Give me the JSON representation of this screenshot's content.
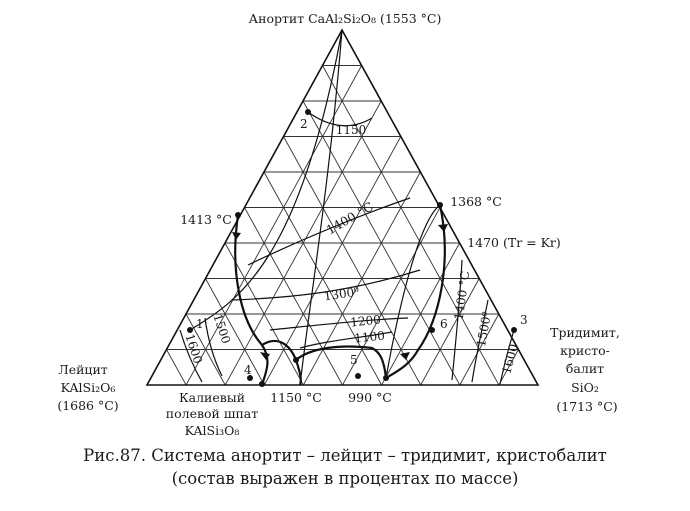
{
  "vertices": {
    "top": "Анортит CaAl₂Si₂O₈ (1553 °C)",
    "left_name": "Лейцит",
    "left_formula": "KAlSi₂O₆",
    "left_temp": "(1686 °C)",
    "right_name": "Тридимит,",
    "right_line2": "кристо-",
    "right_line3": "балит",
    "right_formula": "SiO₂",
    "right_temp": "(1713 °C)"
  },
  "base_labels": {
    "feldspar_line1": "Калиевый",
    "feldspar_line2": "полевой шпат",
    "feldspar_formula": "KAlSi₃O₈",
    "eutectic_left": "1150 °C",
    "eutectic_right": "990 °C"
  },
  "temperature_labels": {
    "t1150_top": "1150",
    "t1413": "1413 °C",
    "t1368": "1368 °C",
    "t1470": "1470 (Tr = Kr)",
    "t1400_center": "1400 °C",
    "t1400_right": "1400 °C",
    "t1300": "1300⁰",
    "t1200": "1200",
    "t1100": "1100",
    "t1500_left": "1500",
    "t1600_left": "1600",
    "t1500_right": "1500⁰",
    "t1600_right": "1600"
  },
  "point_labels": [
    "1",
    "2",
    "3",
    "4",
    "5",
    "6"
  ],
  "caption": {
    "line1": "Рис.87. Система анортит – лейцит – тридимит, кристобалит",
    "line2": "(состав выражен в процентах по массе)"
  }
}
